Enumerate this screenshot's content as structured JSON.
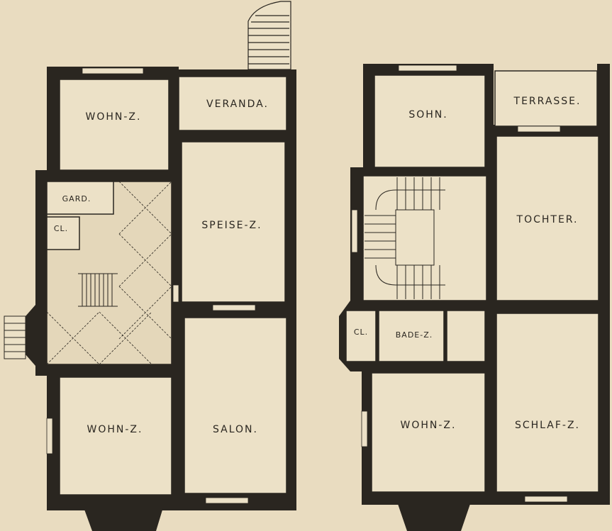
{
  "colors": {
    "paper": "#e9dcc0",
    "ink": "#2a2620",
    "room_fill": "#ece1c7"
  },
  "plans": {
    "ground_floor": {
      "rooms": {
        "wohn_top": "WOHN-Z.",
        "veranda": "VERANDA.",
        "gard": "GARD.",
        "cl": "CL.",
        "speise": "SPEISE-Z.",
        "wohn_bottom": "WOHN-Z.",
        "salon": "SALON."
      }
    },
    "upper_floor": {
      "rooms": {
        "sohn": "SOHN.",
        "terrasse": "TERRASSE.",
        "tochter": "TOCHTER.",
        "cl": "CL.",
        "bade": "BADE-Z.",
        "wohn": "WOHN-Z.",
        "schlaf": "SCHLAF-Z."
      }
    }
  }
}
